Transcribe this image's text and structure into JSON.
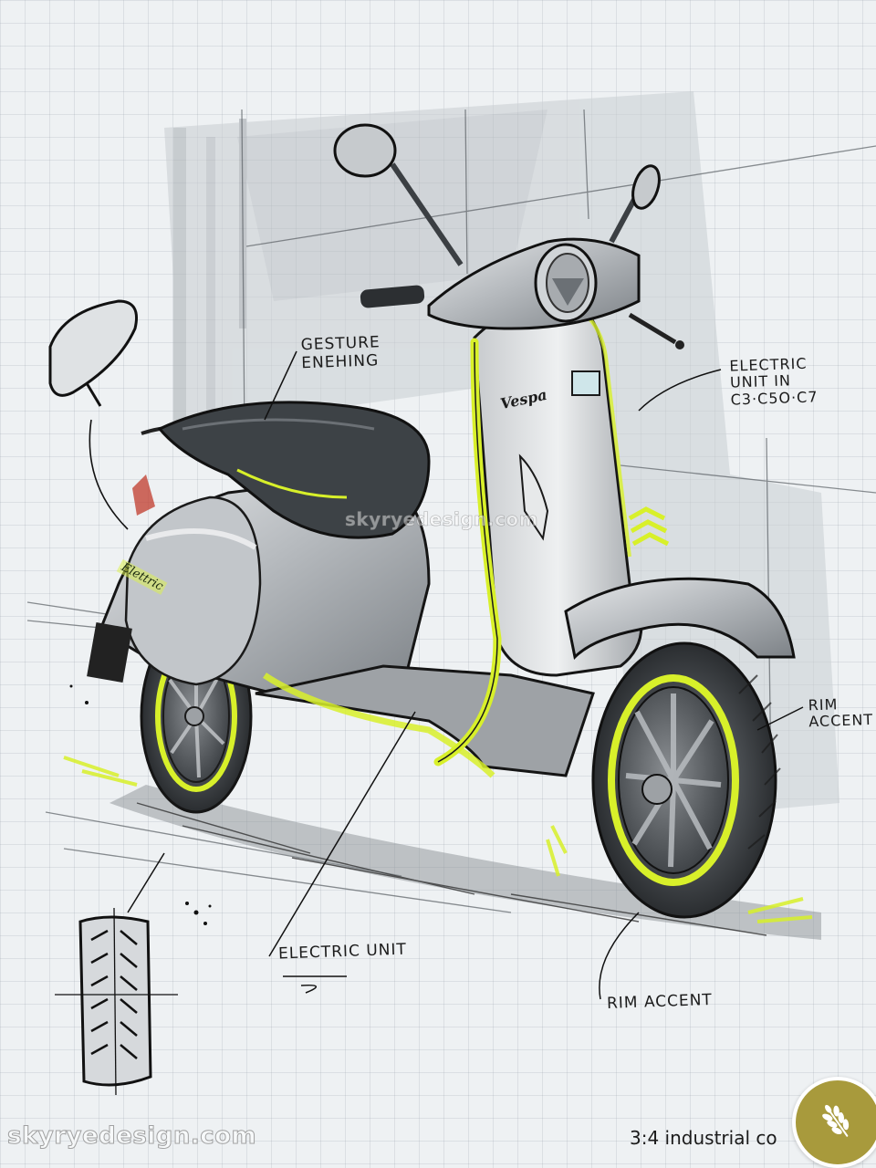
{
  "artwork": {
    "subject": "Electric scooter 3/4 industrial concept sketch",
    "palette": {
      "paper": "#eef1f3",
      "grid": "#c4cbd1",
      "ink": "#1b1b1b",
      "body_silver": "#b9bdc2",
      "body_shadow": "#6e7378",
      "seat_dark": "#3d4246",
      "accent_lime": "#d8f02a",
      "badge_gold": "#a89a3c"
    }
  },
  "annotations": {
    "gesture": [
      "GESTURE",
      "ENEHING"
    ],
    "electric_unit_in": [
      "ELECTRIC",
      "UNIT IN",
      "C3·C5O·C7"
    ],
    "rim_accent_right": [
      "RIM",
      "ACCENT"
    ],
    "electric_unit": [
      "ELECTRIC UNIT"
    ],
    "rim_accent_bottom": [
      "RIM ACCENT"
    ]
  },
  "branding": {
    "front_logo": "Vespa",
    "side_badge": "Elettric"
  },
  "caption": "3:4 industrial co",
  "watermarks": {
    "corner": "skyryedesign.com",
    "center": "skyryedesign.com"
  },
  "badge": {
    "icon": "wheat-icon"
  }
}
